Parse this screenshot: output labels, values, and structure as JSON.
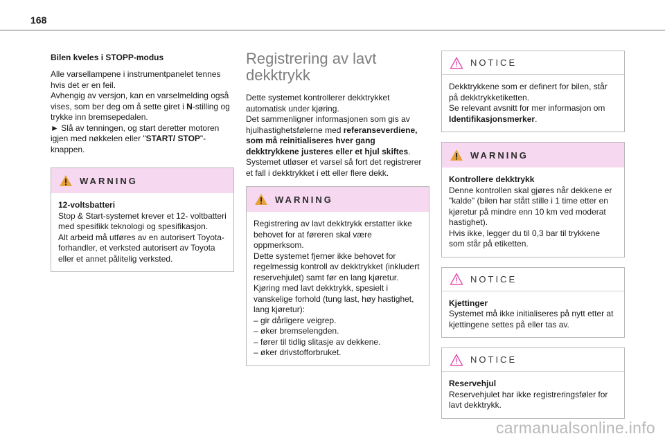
{
  "page": {
    "number": "168"
  },
  "col1": {
    "heading": "Bilen kveles i STOPP-modus",
    "paragraph1": "Alle varsellampene i instrumentpanelet tennes hvis det er en feil.",
    "paragraph2_pre": "Avhengig av versjon, kan en varselmelding også vises, som ber deg om å sette giret i ",
    "paragraph2_bold": "N",
    "paragraph2_post": "-stilling og trykke inn bremsepedalen.",
    "paragraph3_pre": "► Slå av tenningen, og start deretter motoren igjen med nøkkelen eller \"",
    "paragraph3_bold": "START/ STOP",
    "paragraph3_post": "\"-knappen.",
    "warning": {
      "label": "WARNING",
      "title": "12-voltsbatteri",
      "line1": "Stop & Start-systemet krever et 12- voltbatteri med spesifikk teknologi og spesifikasjon.",
      "line2": "Alt arbeid må utføres av en autorisert Toyota-forhandler, et verksted autorisert av Toyota eller et annet pålitelig verksted."
    }
  },
  "col2": {
    "title": "Registrering av lavt dekktrykk",
    "intro1": "Dette systemet kontrollerer dekktrykket automatisk under kjøring.",
    "intro2_pre": "Det sammenligner informasjonen som gis av hjulhastighetsfølerne med ",
    "intro2_bold": "referanseverdiene, som må reinitialiseres hver gang dekktrykkene justeres eller et hjul skiftes",
    "intro2_post": ".",
    "intro3": "Systemet utløser et varsel så fort det registrerer et fall i dekktrykket i ett eller flere dekk.",
    "warning": {
      "label": "WARNING",
      "line1": "Registrering av lavt dekktrykk erstatter ikke behovet for at føreren skal være oppmerksom.",
      "line2": "Dette systemet fjerner ikke behovet for regelmessig kontroll av dekktrykket (inkludert reservehjulet) samt før en lang kjøretur.",
      "line3": "Kjøring med lavt dekktrykk, spesielt i vanskelige forhold (tung last, høy hastighet, lang kjøretur):",
      "dashes": [
        "– gir dårligere veigrep.",
        "– øker bremselengden.",
        "– fører til tidlig slitasje av dekkene.",
        "– øker drivstofforbruket."
      ]
    }
  },
  "col3": {
    "notice1": {
      "label": "NOTICE",
      "line1": "Dekktrykkene som er definert for bilen, står på dekktrykketiketten.",
      "line2_pre": "Se relevant avsnitt for mer informasjon om ",
      "line2_bold": "Identifikasjonsmerker",
      "line2_post": "."
    },
    "warning": {
      "label": "WARNING",
      "title": "Kontrollere dekktrykk",
      "line1": "Denne kontrollen skal gjøres når dekkene er \"kalde\" (bilen har stått stille i 1 time etter en kjøretur på mindre enn 10 km ved moderat hastighet).",
      "line2": "Hvis ikke, legger du til 0,3 bar til trykkene som står på etiketten."
    },
    "notice2": {
      "label": "NOTICE",
      "title": "Kjettinger",
      "line1": "Systemet må ikke initialiseres på nytt etter at kjettingene settes på eller tas av."
    },
    "notice3": {
      "label": "NOTICE",
      "title": "Reservehjul",
      "line1": "Reservehjulet har ikke registreringsføler for lavt dekktrykk."
    }
  },
  "watermark": "carmanualsonline.info",
  "colors": {
    "warning_bg": "#f6d9f0",
    "notice_icon": "#e03fa6",
    "title_gray": "#7e7e7e"
  }
}
